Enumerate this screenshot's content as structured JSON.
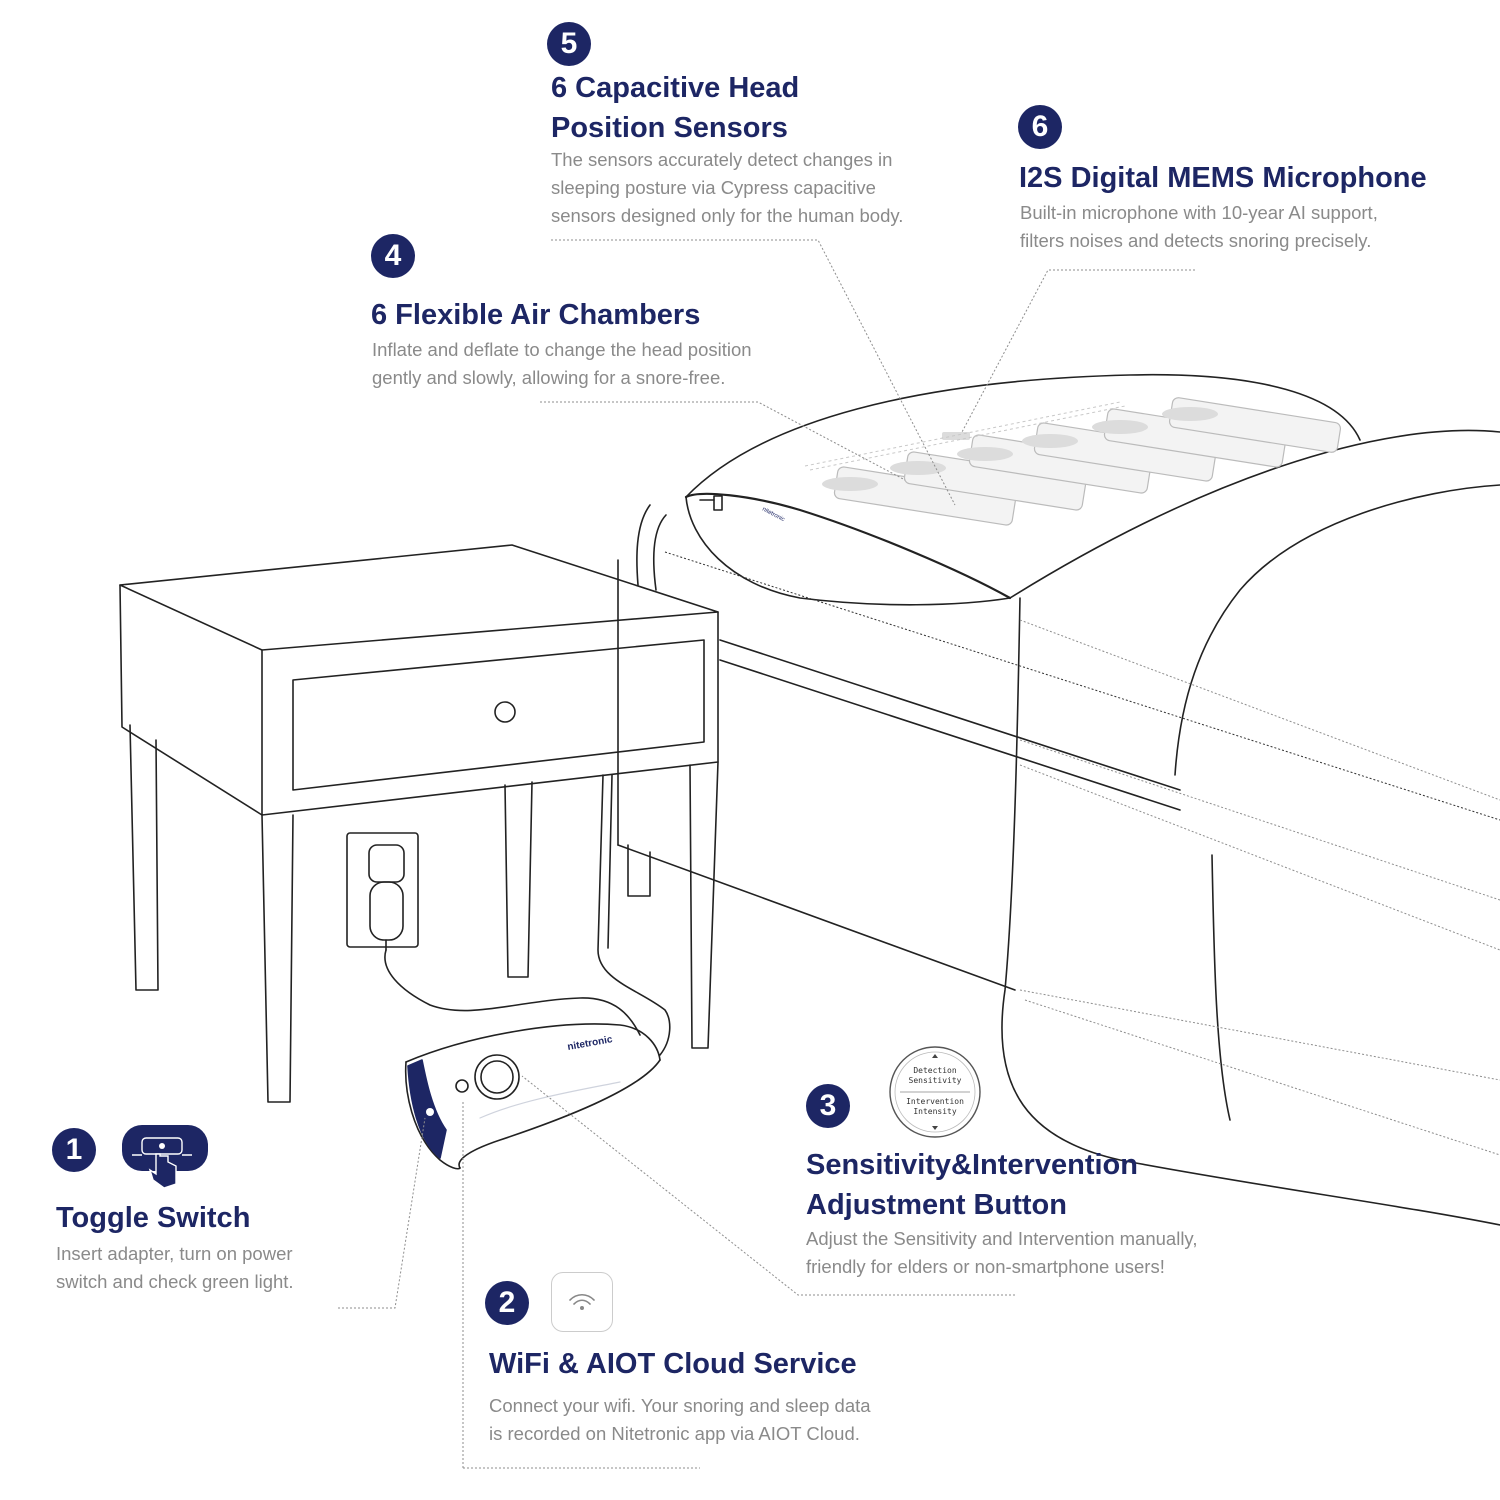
{
  "features": [
    {
      "number": "1",
      "title_lines": [
        "Toggle Switch"
      ],
      "desc_lines": [
        "Insert adapter, turn on power",
        "switch and check green light."
      ],
      "icon": "toggle-switch-icon"
    },
    {
      "number": "2",
      "title_lines": [
        "WiFi & AIOT Cloud Service"
      ],
      "desc_lines": [
        "Connect your wifi. Your snoring and sleep data",
        "is recorded on Nitetronic app via AIOT Cloud."
      ],
      "icon": "wifi-icon"
    },
    {
      "number": "3",
      "title_lines": [
        "Sensitivity&Intervention",
        "Adjustment Button"
      ],
      "desc_lines": [
        "Adjust the Sensitivity and Intervention manually,",
        "friendly for elders or non-smartphone users!"
      ],
      "icon": "adjustment-dial-icon",
      "dial_labels": [
        "Detection",
        "Sensitivity",
        "Intervention",
        "Intensity"
      ]
    },
    {
      "number": "4",
      "title_lines": [
        "6 Flexible Air Chambers"
      ],
      "desc_lines": [
        "Inflate and deflate to change the head position",
        "gently and slowly, allowing for a snore-free."
      ]
    },
    {
      "number": "5",
      "title_lines": [
        "6 Capacitive Head",
        "Position Sensors"
      ],
      "desc_lines": [
        "The sensors accurately detect changes in",
        "sleeping posture via Cypress capacitive",
        "sensors designed only for the human body."
      ]
    },
    {
      "number": "6",
      "title_lines": [
        "I2S Digital MEMS Microphone"
      ],
      "desc_lines": [
        "Built-in microphone with 10-year AI support,",
        "filters noises and detects snoring precisely."
      ]
    }
  ],
  "device_brand": "nitetronic",
  "pillow_brand": "nitetronic",
  "colors": {
    "accent": "#1d2664",
    "text_muted": "#8a8a8a",
    "line": "#222222",
    "leader": "#9a9a9a"
  }
}
